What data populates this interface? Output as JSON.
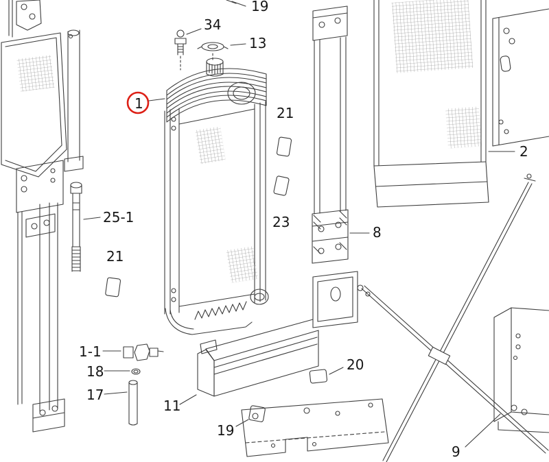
{
  "figure": {
    "background": "#ffffff",
    "line_color": "#3c3c3c",
    "highlight_color": "#dd2016",
    "highlighted_part": "1",
    "callouts": {
      "c19_top": "19",
      "c34": "34",
      "c13": "13",
      "c1": "1",
      "c21_right": "21",
      "c23": "23",
      "c2": "2",
      "c8": "8",
      "c25_1": "25-1",
      "c21_left": "21",
      "c1_1": "1-1",
      "c18": "18",
      "c17": "17",
      "c11": "11",
      "c20": "20",
      "c19_bottom": "19",
      "c9": "9"
    }
  }
}
